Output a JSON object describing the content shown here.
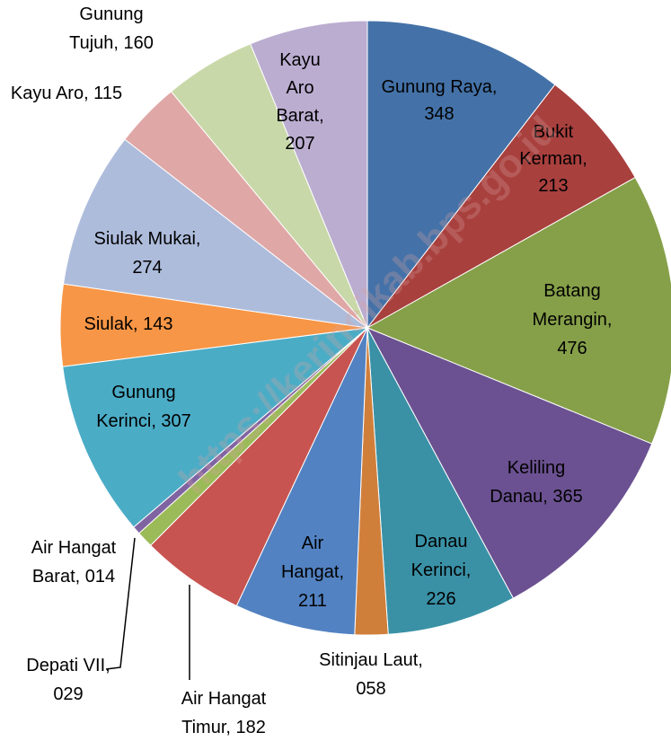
{
  "chart_data": {
    "type": "pie",
    "title": "",
    "watermark": "https://kerincikab.bps.go.id",
    "slices": [
      {
        "lines": [
          "Gunung Raya,",
          "348"
        ],
        "value": 348,
        "color": "#4472a8"
      },
      {
        "lines": [
          "Bukit",
          "Kerman,",
          "213"
        ],
        "value": 213,
        "color": "#a8403e"
      },
      {
        "lines": [
          "Batang",
          "Merangin,",
          "476"
        ],
        "value": 476,
        "color": "#86a049"
      },
      {
        "lines": [
          "Keliling",
          "Danau, 365"
        ],
        "value": 365,
        "color": "#6b5191"
      },
      {
        "lines": [
          "Danau",
          "Kerinci,",
          "226"
        ],
        "value": 226,
        "color": "#3a91a6"
      },
      {
        "lines": [
          "Sitinjau Laut,",
          "058"
        ],
        "value": 58,
        "color": "#d07f3b"
      },
      {
        "lines": [
          "Air",
          "Hangat,",
          "211"
        ],
        "value": 211,
        "color": "#5282c2"
      },
      {
        "lines": [
          "Air Hangat",
          "Timur, 182"
        ],
        "value": 182,
        "color": "#c75450"
      },
      {
        "lines": [
          "Depati VII,",
          "029"
        ],
        "value": 29,
        "color": "#9bbb59"
      },
      {
        "lines": [
          "Air Hangat",
          "Barat, 014"
        ],
        "value": 14,
        "color": "#8064a2"
      },
      {
        "lines": [
          "Gunung",
          "Kerinci, 307"
        ],
        "value": 307,
        "color": "#4bacc6"
      },
      {
        "lines": [
          "Siulak, 143"
        ],
        "value": 143,
        "color": "#f79646"
      },
      {
        "lines": [
          "Siulak Mukai,",
          "274"
        ],
        "value": 274,
        "color": "#aebcdc"
      },
      {
        "lines": [
          "Kayu Aro, 115"
        ],
        "value": 115,
        "color": "#dfa7a6"
      },
      {
        "lines": [
          "Gunung",
          "Tujuh, 160"
        ],
        "value": 160,
        "color": "#c9d8a9"
      },
      {
        "lines": [
          "Kayu",
          "Aro",
          "Barat,",
          "207"
        ],
        "value": 207,
        "color": "#bbadd0"
      }
    ]
  }
}
